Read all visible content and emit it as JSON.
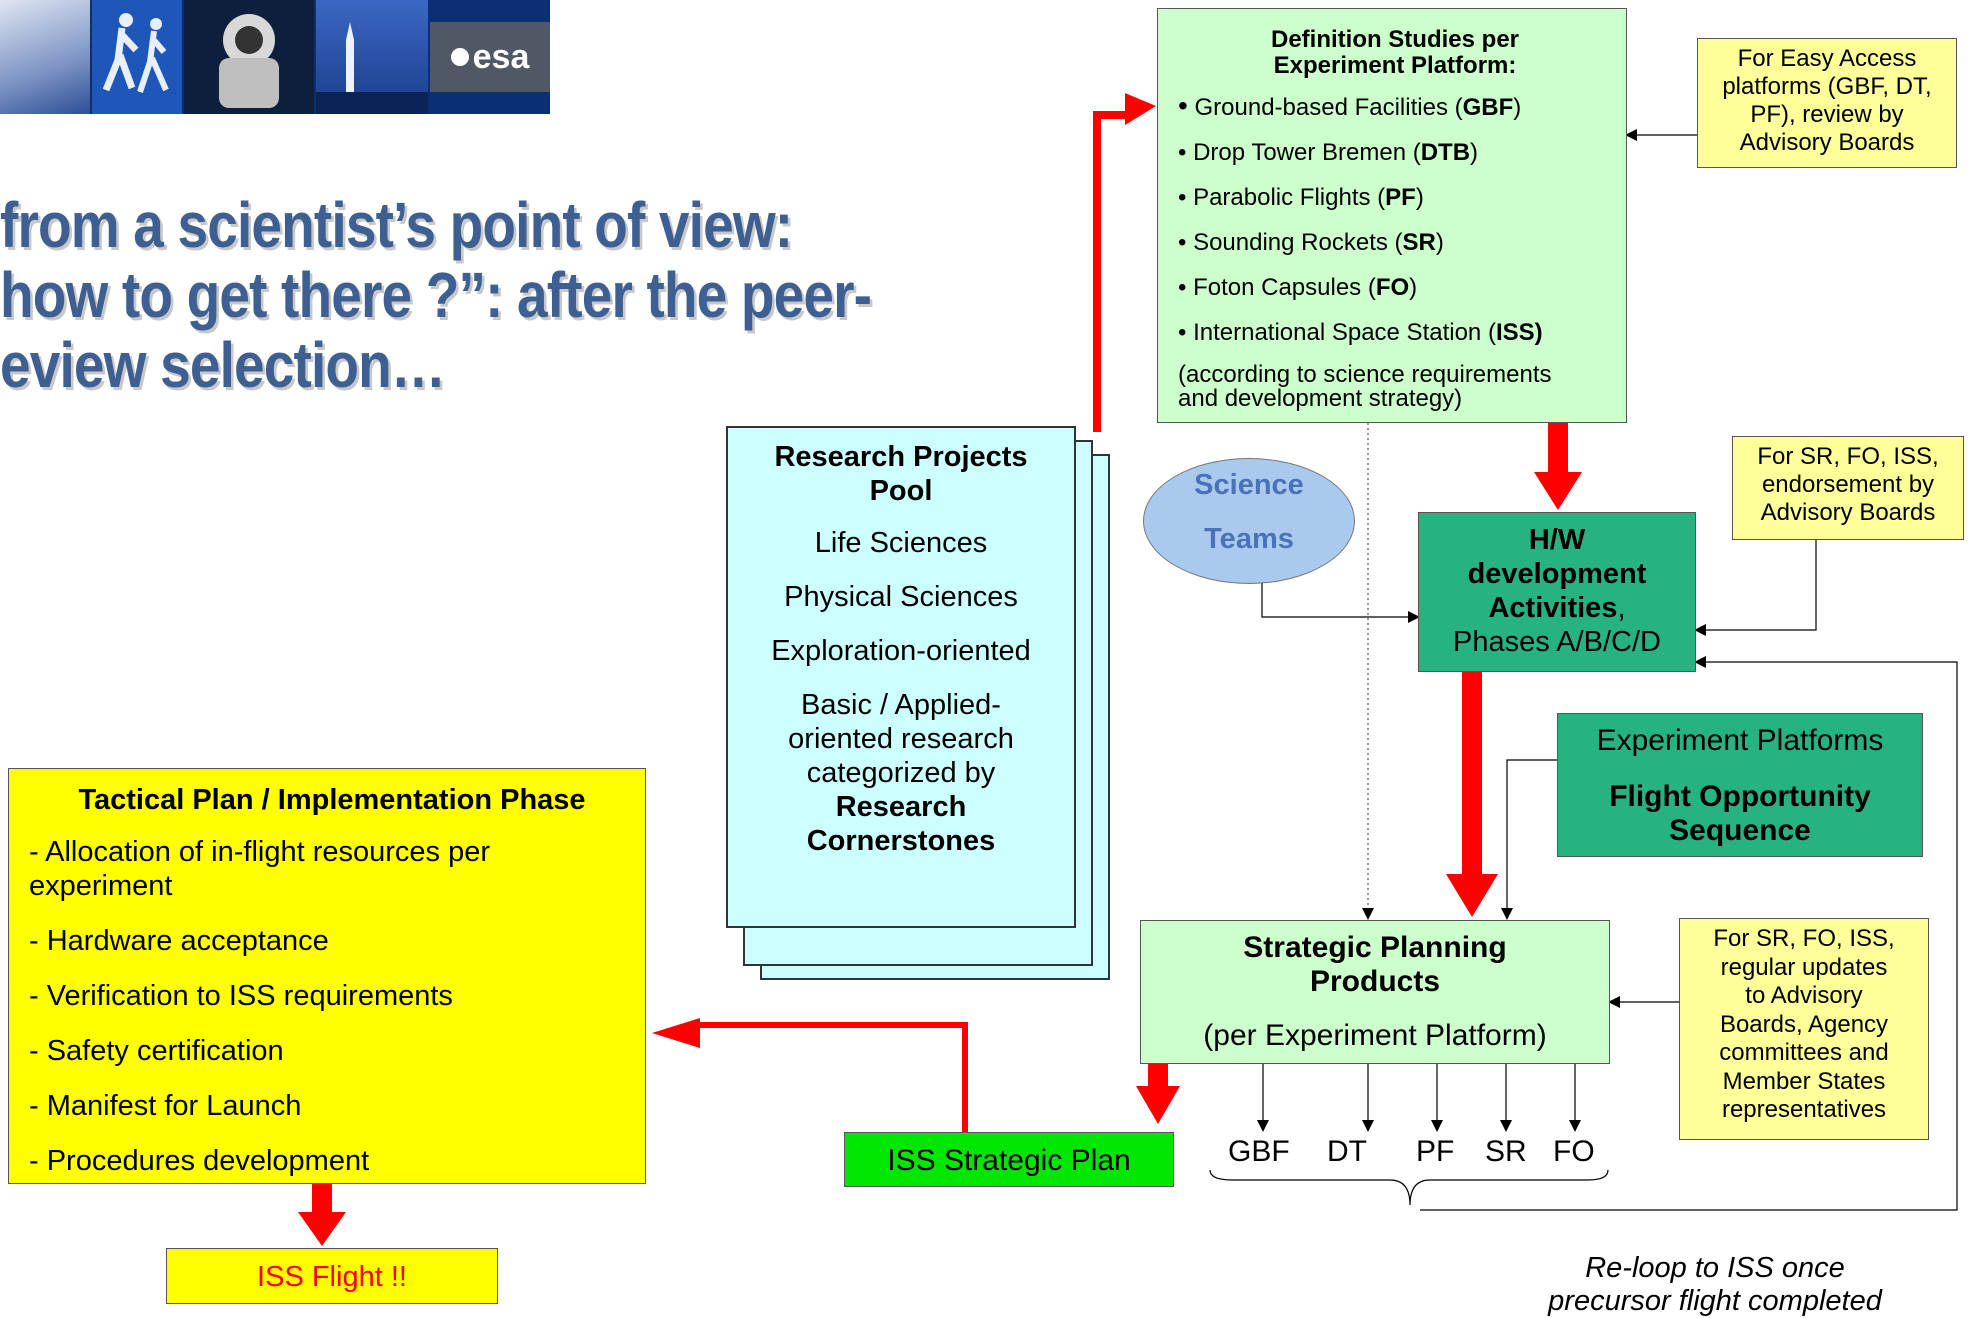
{
  "header": {
    "logo_text": "esa"
  },
  "title": {
    "line1": "from a scientist’s point of view:",
    "line2": "how to get there ?”: after the peer-",
    "line3": "eview selection…"
  },
  "definition_studies": {
    "heading_line1": "Definition Studies per",
    "heading_line2": "Experiment Platform:",
    "items": [
      {
        "text": "Ground-based Facilities (",
        "code": "GBF",
        "close": ")"
      },
      {
        "text": "Drop Tower Bremen (",
        "code": "DTB",
        "close": ")"
      },
      {
        "text": "Parabolic Flights (",
        "code": "PF",
        "close": ")"
      },
      {
        "text": "Sounding Rockets (",
        "code": "SR",
        "close": ")"
      },
      {
        "text": "Foton Capsules (",
        "code": "FO",
        "close": ")"
      },
      {
        "text": "International Space Station (",
        "code": "ISS)",
        "close": ""
      }
    ],
    "note_line1": "(according to science requirements",
    "note_line2": "and development strategy)"
  },
  "notes": {
    "easy_access": [
      "For Easy Access",
      "platforms (GBF, DT,",
      "PF), review by",
      "Advisory Boards"
    ],
    "endorsement": [
      "For SR, FO, ISS,",
      "endorsement by",
      "Advisory Boards"
    ],
    "updates": [
      "For SR, FO, ISS,",
      "regular updates",
      "to Advisory",
      "Boards, Agency",
      "committees and",
      "Member States",
      "representatives"
    ]
  },
  "science_teams": {
    "line1": "Science",
    "line2": "Teams"
  },
  "hw_development": {
    "line1": "H/W",
    "line2": "development",
    "line3": "Activities",
    "line3_suffix": ",",
    "line4": "Phases A/B/C/D"
  },
  "experiment_platforms": {
    "line1": "Experiment Platforms",
    "line2": "Flight Opportunity",
    "line3": "Sequence"
  },
  "strategic_planning": {
    "line1": "Strategic Planning",
    "line2": "Products",
    "line3": "(per Experiment Platform)"
  },
  "platforms": [
    "GBF",
    "DT",
    "PF",
    "SR",
    "FO"
  ],
  "research_pool": {
    "title_line1": "Research Projects",
    "title_line2": "Pool",
    "items": [
      "Life Sciences",
      "Physical Sciences",
      "Exploration-oriented"
    ],
    "basic_line1": "Basic / Applied-",
    "basic_line2": "oriented research",
    "basic_line3": "categorized by",
    "basic_line4": "Research",
    "basic_line5": "Cornerstones"
  },
  "tactical_plan": {
    "heading": "Tactical Plan / Implementation Phase",
    "items": [
      "- Allocation of in-flight resources per",
      "experiment",
      "- Hardware acceptance",
      "- Verification to ISS requirements",
      "- Safety certification",
      "- Manifest for Launch",
      "- Procedures development"
    ]
  },
  "iss_strategic_plan": "ISS Strategic Plan",
  "iss_flight": "ISS Flight !!",
  "reloop": {
    "line1": "Re-loop to ISS once",
    "line2": "precursor flight completed"
  },
  "colors": {
    "arrow_red": "#ff0000",
    "title_blue": "#3d5f92",
    "light_green": "#ccffcc",
    "dark_green": "#27b37f",
    "light_cyan": "#ccffff",
    "yellow": "#ffff00",
    "pale_yellow": "#ffff99"
  }
}
